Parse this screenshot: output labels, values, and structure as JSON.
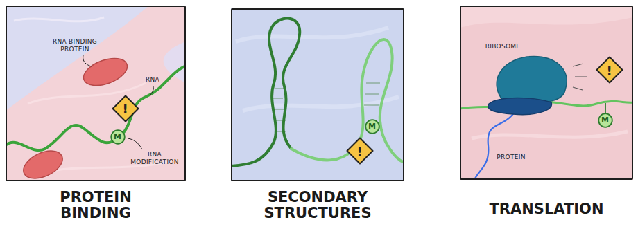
{
  "diagram": {
    "nodes": [
      {
        "text": [
          "PROTEIN BINDING"
        ]
      },
      {
        "text": [
          "!"
        ],
        "in": 0
      },
      {
        "text": [
          "M"
        ],
        "in": 0
      },
      {
        "text": [
          "SECONDARY STRUCTURES"
        ]
      },
      {
        "text": [
          "M"
        ],
        "in": 3
      },
      {
        "text": [
          "!"
        ],
        "in": 3
      },
      {
        "text": [
          "TRANSLATION"
        ]
      },
      {
        "text": [
          "!"
        ],
        "in": 6
      },
      {
        "text": [
          "M"
        ],
        "in": 6
      }
    ],
    "labels": [
      "RNA-BINDING PROTEIN",
      "RNA",
      "RNA MODIFICATION",
      "RIBOSOME",
      "PROTEIN"
    ]
  }
}
